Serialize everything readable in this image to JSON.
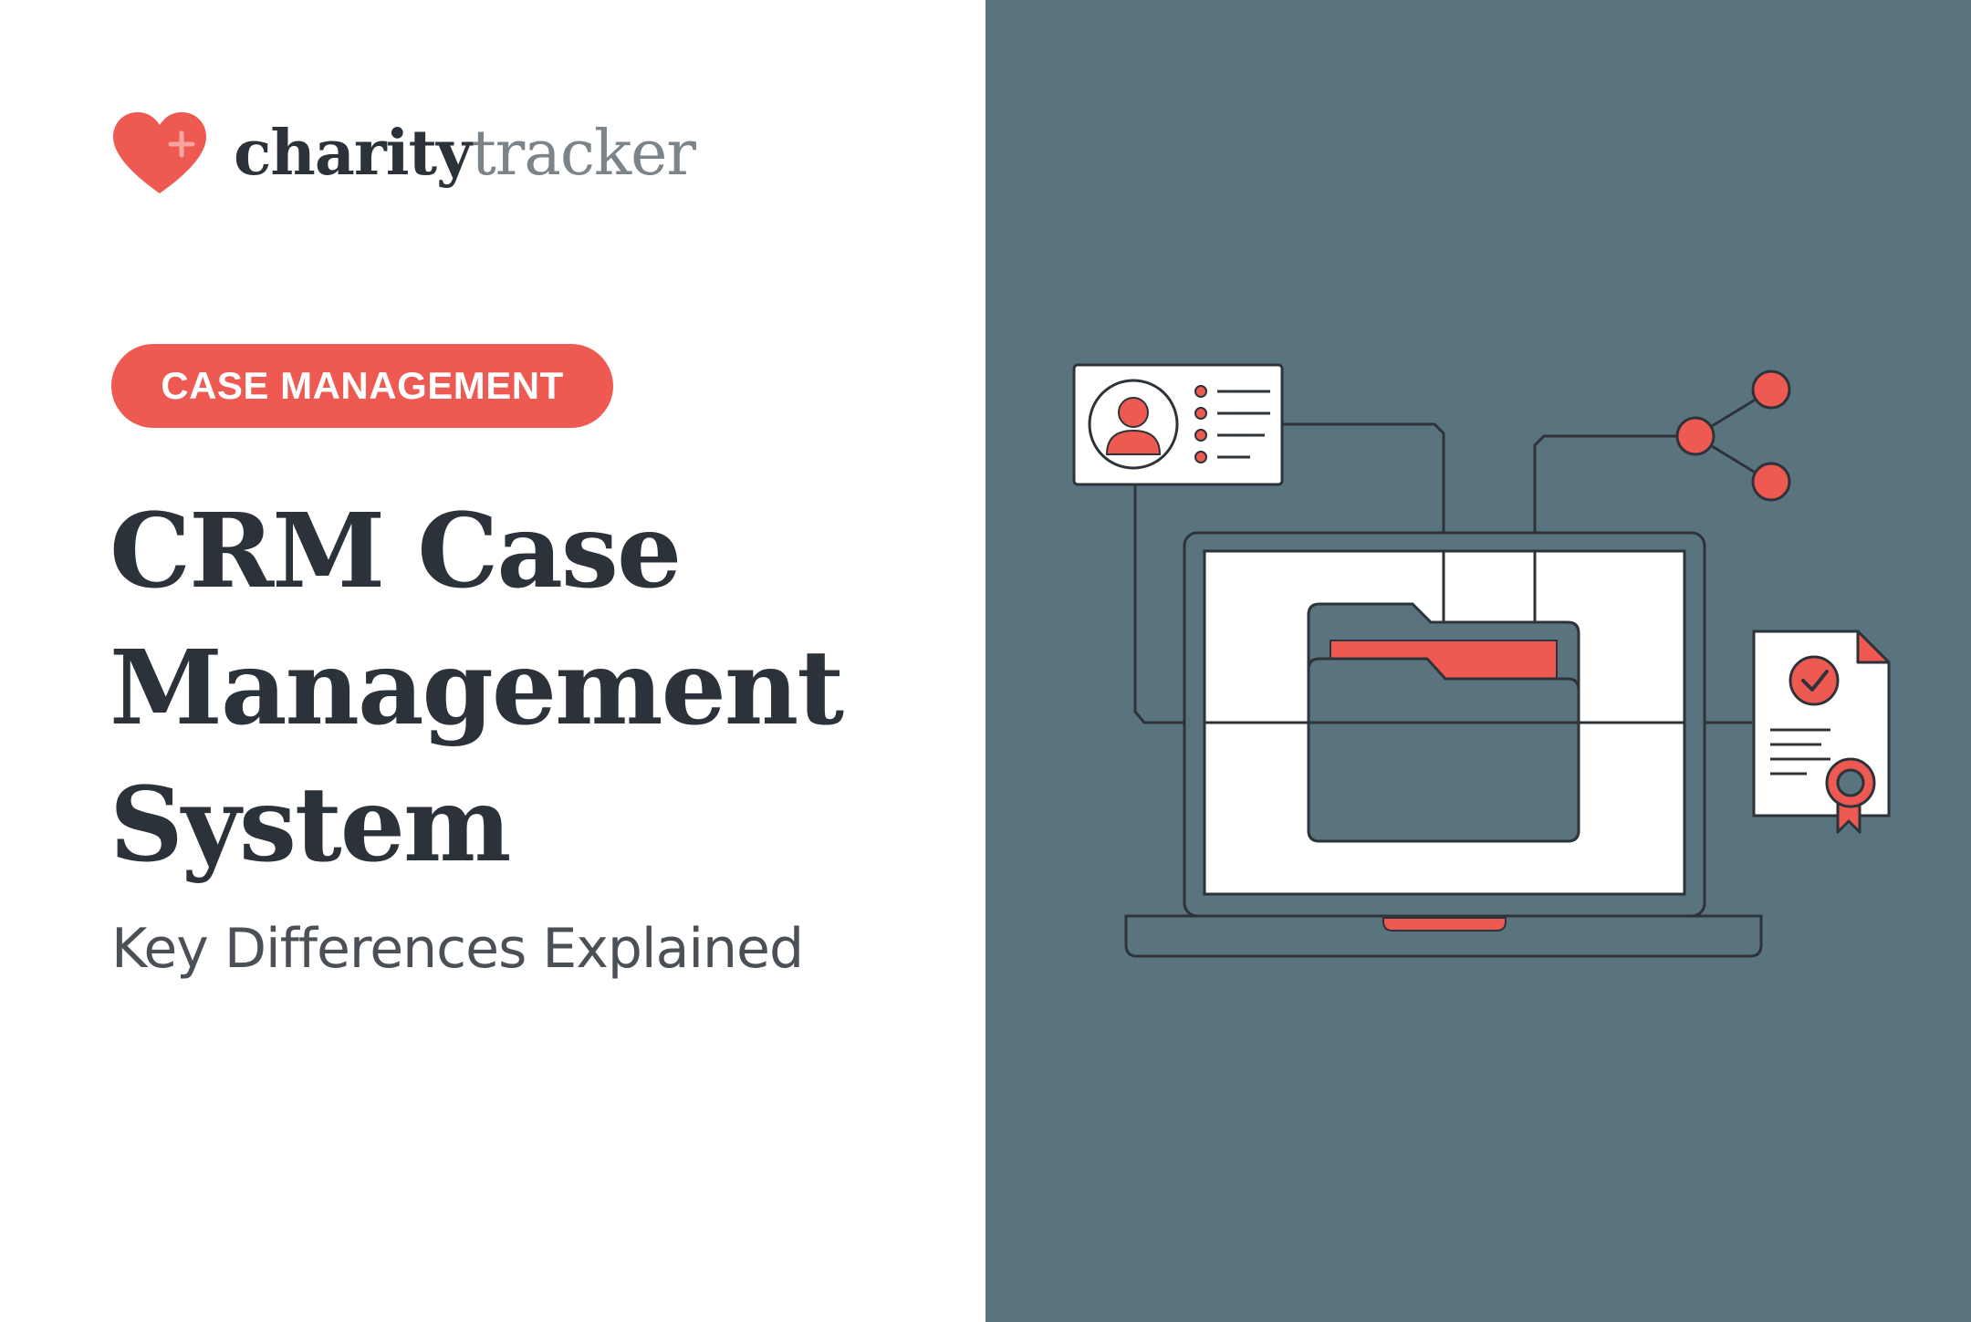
{
  "brand": {
    "name_part1": "charity",
    "name_part2": "tracker",
    "logo_icon": "heart-plus-icon",
    "heart_color": "#ee5a52"
  },
  "badge": {
    "label": "CASE MANAGEMENT",
    "color": "#ee5a52"
  },
  "title": {
    "line1": "CRM Case",
    "line2": "Management",
    "line3": "System"
  },
  "subtitle": "Key Differences Explained",
  "colors": {
    "panel_background": "#59737f",
    "text_dark": "#2c323a",
    "accent": "#ee5a52"
  },
  "illustration": {
    "icons": [
      "profile-card-icon",
      "share-nodes-icon",
      "laptop-icon",
      "folder-icon",
      "certificate-icon"
    ]
  }
}
